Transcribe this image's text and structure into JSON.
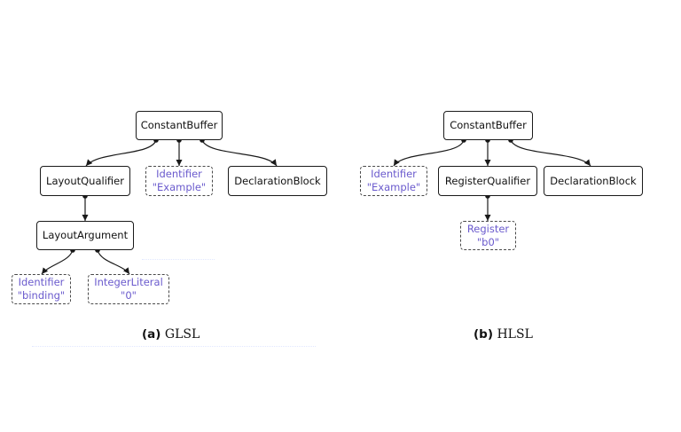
{
  "glsl": {
    "caption_tag": "(a)",
    "caption_text": "GLSL",
    "nodes": {
      "constant_buffer": "ConstantBuffer",
      "layout_qualifier": "LayoutQualifier",
      "identifier_example": {
        "type": "Identifier",
        "value": "\"Example\""
      },
      "declaration_block": "DeclarationBlock",
      "layout_argument": "LayoutArgument",
      "identifier_binding": {
        "type": "Identifier",
        "value": "\"binding\""
      },
      "integer_literal": {
        "type": "IntegerLiteral",
        "value": "\"0\""
      }
    }
  },
  "hlsl": {
    "caption_tag": "(b)",
    "caption_text": "HLSL",
    "nodes": {
      "constant_buffer": "ConstantBuffer",
      "identifier_example": {
        "type": "Identifier",
        "value": "\"Example\""
      },
      "register_qualifier": "RegisterQualifier",
      "declaration_block": "DeclarationBlock",
      "register": {
        "type": "Register",
        "value": "\"b0\""
      }
    }
  },
  "colors": {
    "literal_text": "#6a5acd",
    "node_border": "#1a1a1a",
    "edge": "#1a1a1a"
  }
}
